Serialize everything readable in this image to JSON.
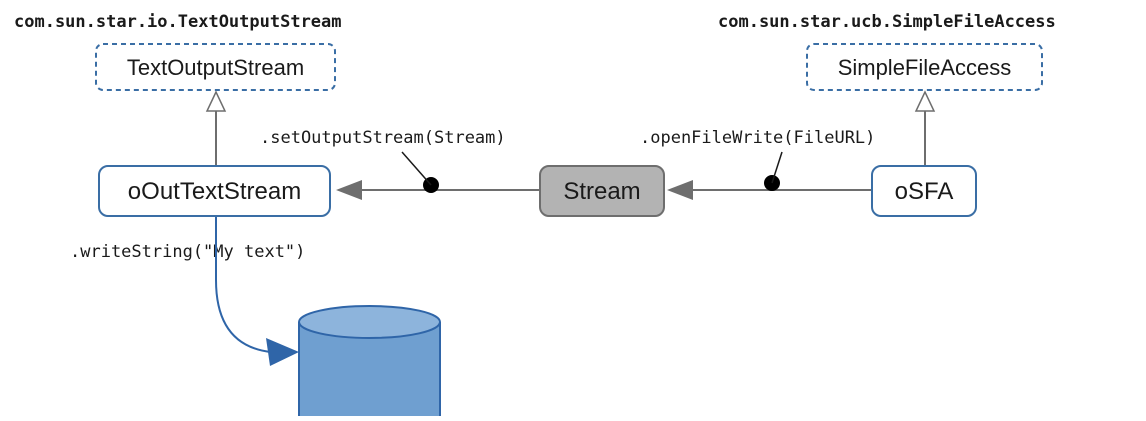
{
  "interfaces": {
    "text_output_stream": {
      "qualified_name": "com.sun.star.io.TextOutputStream",
      "name": "TextOutputStream"
    },
    "simple_file_access": {
      "qualified_name": "com.sun.star.ucb.SimpleFileAccess",
      "name": "SimpleFileAccess"
    }
  },
  "objects": {
    "out_text_stream": "oOutTextStream",
    "stream": "Stream",
    "sfa": "oSFA"
  },
  "calls": {
    "set_output_stream": ".setOutputStream(Stream)",
    "open_file_write": ".openFileWrite(FileURL)",
    "write_string": ".writeString(\"My text\")"
  },
  "colors": {
    "box_border": "#3a6ea5",
    "stream_fill": "#b3b3b3",
    "connector": "#6e6e6e",
    "cylinder_fill": "#6f9fd0",
    "cylinder_top": "#8db4dc",
    "write_arrow": "#2f65a8"
  }
}
